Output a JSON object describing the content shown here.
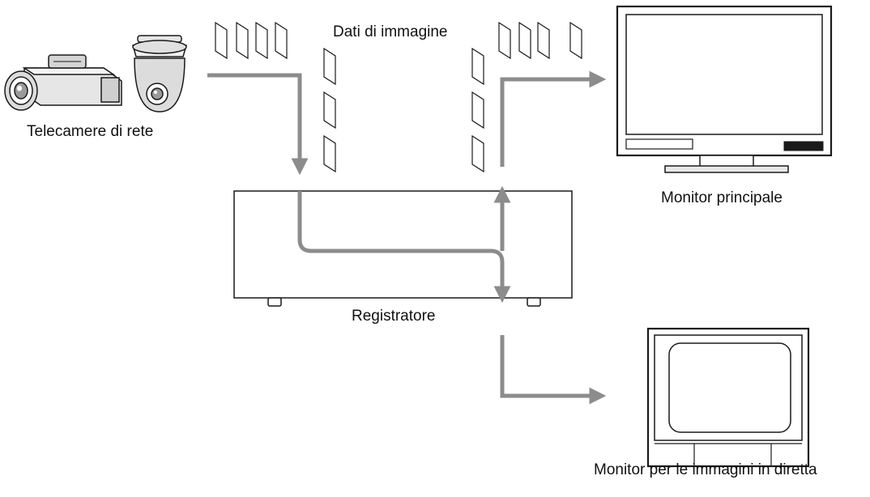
{
  "labels": {
    "network_cameras": "Telecamere di rete",
    "image_data": "Dati di immagine",
    "main_monitor": "Monitor principale",
    "recorder": "Registratore",
    "live_monitor": "Monitor per le immagini in diretta"
  },
  "icons": {
    "box_camera": "box-camera-icon",
    "dome_camera": "dome-camera-icon",
    "main_monitor": "lcd-monitor-icon",
    "live_monitor": "crt-monitor-icon",
    "recorder": "recorder-box-icon"
  },
  "colors": {
    "flow_arrow": "#8c8c8c",
    "outline": "#1a1a1a",
    "background": "#ffffff"
  }
}
